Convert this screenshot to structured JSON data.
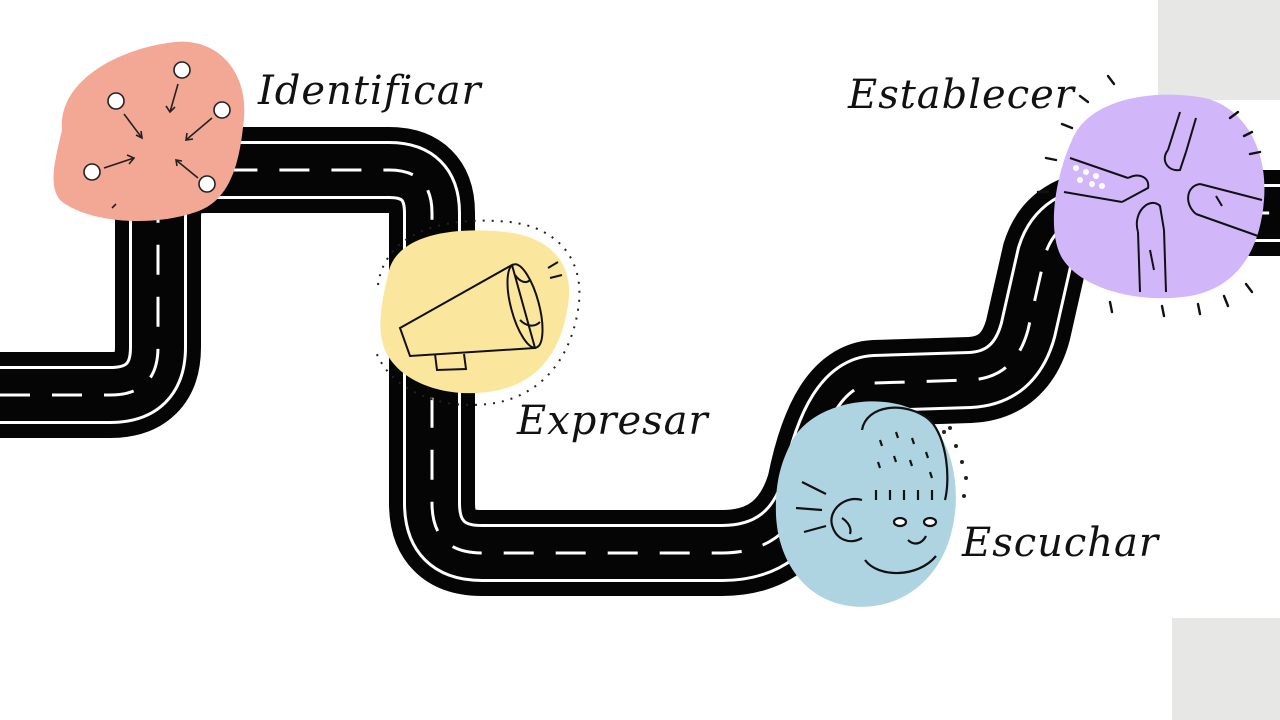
{
  "steps": [
    {
      "label": "Identificar",
      "icon": "connected-people-icon",
      "color": "#f2a894"
    },
    {
      "label": "Expresar",
      "icon": "megaphone-icon",
      "color": "#fbe69d"
    },
    {
      "label": "Escuchar",
      "icon": "listening-face-icon",
      "color": "#aed4e2"
    },
    {
      "label": "Establecer",
      "icon": "joined-hands-icon",
      "color": "#d2b6fa"
    }
  ],
  "colors": {
    "road": "#050505",
    "road_line": "#ffffff",
    "background": "#ffffff",
    "edge": "#e7e7e5"
  }
}
